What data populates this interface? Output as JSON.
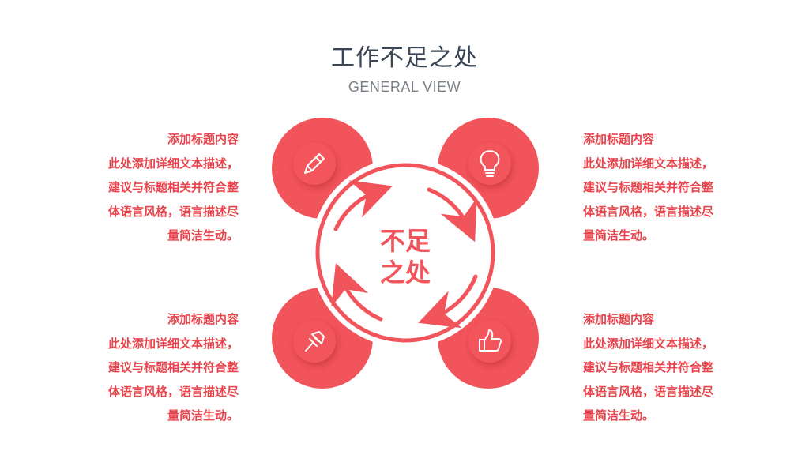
{
  "title": "工作不足之处",
  "subtitle": "GENERAL VIEW",
  "center_label": [
    "不足",
    "之处"
  ],
  "colors": {
    "accent": "#f2545b",
    "accent_dark": "#e8444c",
    "title": "#3a4556",
    "subtitle": "#7a7f87"
  },
  "nodes": [
    {
      "position": "top-left",
      "icon": "pencil-icon"
    },
    {
      "position": "top-right",
      "icon": "lightbulb-icon"
    },
    {
      "position": "bottom-left",
      "icon": "pushpin-icon"
    },
    {
      "position": "bottom-right",
      "icon": "thumbs-up-icon"
    }
  ],
  "blocks": [
    {
      "position": "top-left",
      "heading": "添加标题内容",
      "lines": [
        "此处添加详细文本描述，",
        "建议与标题相关并符合整",
        "体语言风格，语言描述尽",
        "量简洁生动。"
      ]
    },
    {
      "position": "top-right",
      "heading": "添加标题内容",
      "lines": [
        "此处添加详细文本描述，",
        "建议与标题相关并符合整",
        "体语言风格，语言描述尽",
        "量简洁生动。"
      ]
    },
    {
      "position": "bottom-left",
      "heading": "添加标题内容",
      "lines": [
        "此处添加详细文本描述，",
        "建议与标题相关并符合整",
        "体语言风格，语言描述尽",
        "量简洁生动。"
      ]
    },
    {
      "position": "bottom-right",
      "heading": "添加标题内容",
      "lines": [
        "此处添加详细文本描述，",
        "建议与标题相关并符合整",
        "体语言风格，语言描述尽",
        "量简洁生动。"
      ]
    }
  ]
}
